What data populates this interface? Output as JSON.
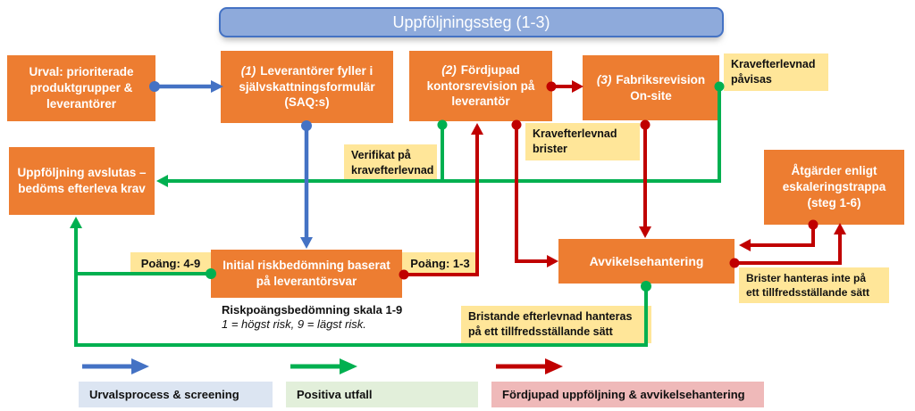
{
  "header": {
    "title": "Uppföljningssteg (1-3)"
  },
  "boxes": {
    "urval": {
      "text": "Urval: prioriterade produktgrupper & leverantörer"
    },
    "step1": {
      "prefix": "(1)",
      "text": "Leverantörer fyller i självskattningsformulär (SAQ:s)"
    },
    "step2": {
      "prefix": "(2)",
      "text": "Fördjupad kontorsrevision på leverantör"
    },
    "step3": {
      "prefix": "(3)",
      "text": "Fabriksrevision On-site"
    },
    "avslutas": {
      "text": "Uppföljning avslutas – bedöms efterleva krav"
    },
    "riskbedomning": {
      "text": "Initial riskbedömning baserat på leverantörsvar"
    },
    "avvikelse": {
      "text": "Avvikelsehantering"
    },
    "atgarder": {
      "text": "Åtgärder enligt eskaleringstrappa (steg 1-6)"
    }
  },
  "labels": {
    "kravefterlevnad_pavisas": "Kravefterlevnad påvisas",
    "verifikat": "Verifikat på kravefterlevnad",
    "kravefterlevnad_brister": "Kravefterlevnad brister",
    "poang_4_9": "Poäng: 4-9",
    "poang_1_3": "Poäng: 1-3",
    "brister_hanteras_inte": "Brister hanteras inte på ett tillfredsställande sätt",
    "bristande_efterlevnad": "Bristande efterlevnad hanteras på ett tillfredsställande sätt"
  },
  "notes": {
    "skala_bold": "Riskpoängsbedömning skala 1-9",
    "skala_italic": "1 = högst risk, 9 = lägst risk."
  },
  "legend": [
    {
      "label": "Urvalsprocess & screening",
      "arrow_color": "#4472C4",
      "bg": "#DCE5F2"
    },
    {
      "label": "Positiva utfall",
      "arrow_color": "#00B050",
      "bg": "#E2EFDA"
    },
    {
      "label": "Fördjupad uppföljning & avvikelsehantering",
      "arrow_color": "#C00000",
      "bg": "#EFB9B9"
    }
  ],
  "colors": {
    "process_box": "#ED7D31",
    "label_box": "#FFE699",
    "header_fill": "#8EAADB",
    "header_border": "#4472C4",
    "arrow_blue": "#4472C4",
    "arrow_green": "#00B050",
    "arrow_red": "#C00000"
  }
}
